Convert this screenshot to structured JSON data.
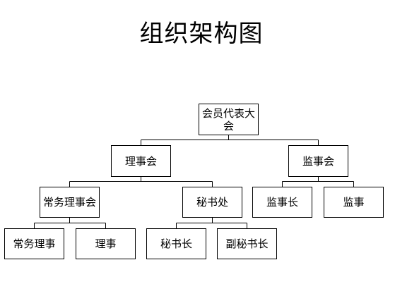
{
  "title": "组织架构图",
  "nodes": {
    "assembly": "会员代表大会",
    "council": "理事会",
    "supervisory_board": "监事会",
    "standing_council": "常务理事会",
    "secretariat": "秘书处",
    "chief_supervisor": "监事长",
    "supervisor": "监事",
    "standing_director": "常务理事",
    "director": "理事",
    "secretary_general": "秘书长",
    "deputy_secretary_general": "副秘书长"
  },
  "colors": {
    "line": "#000000",
    "box_border": "#000000",
    "background": "#ffffff"
  }
}
